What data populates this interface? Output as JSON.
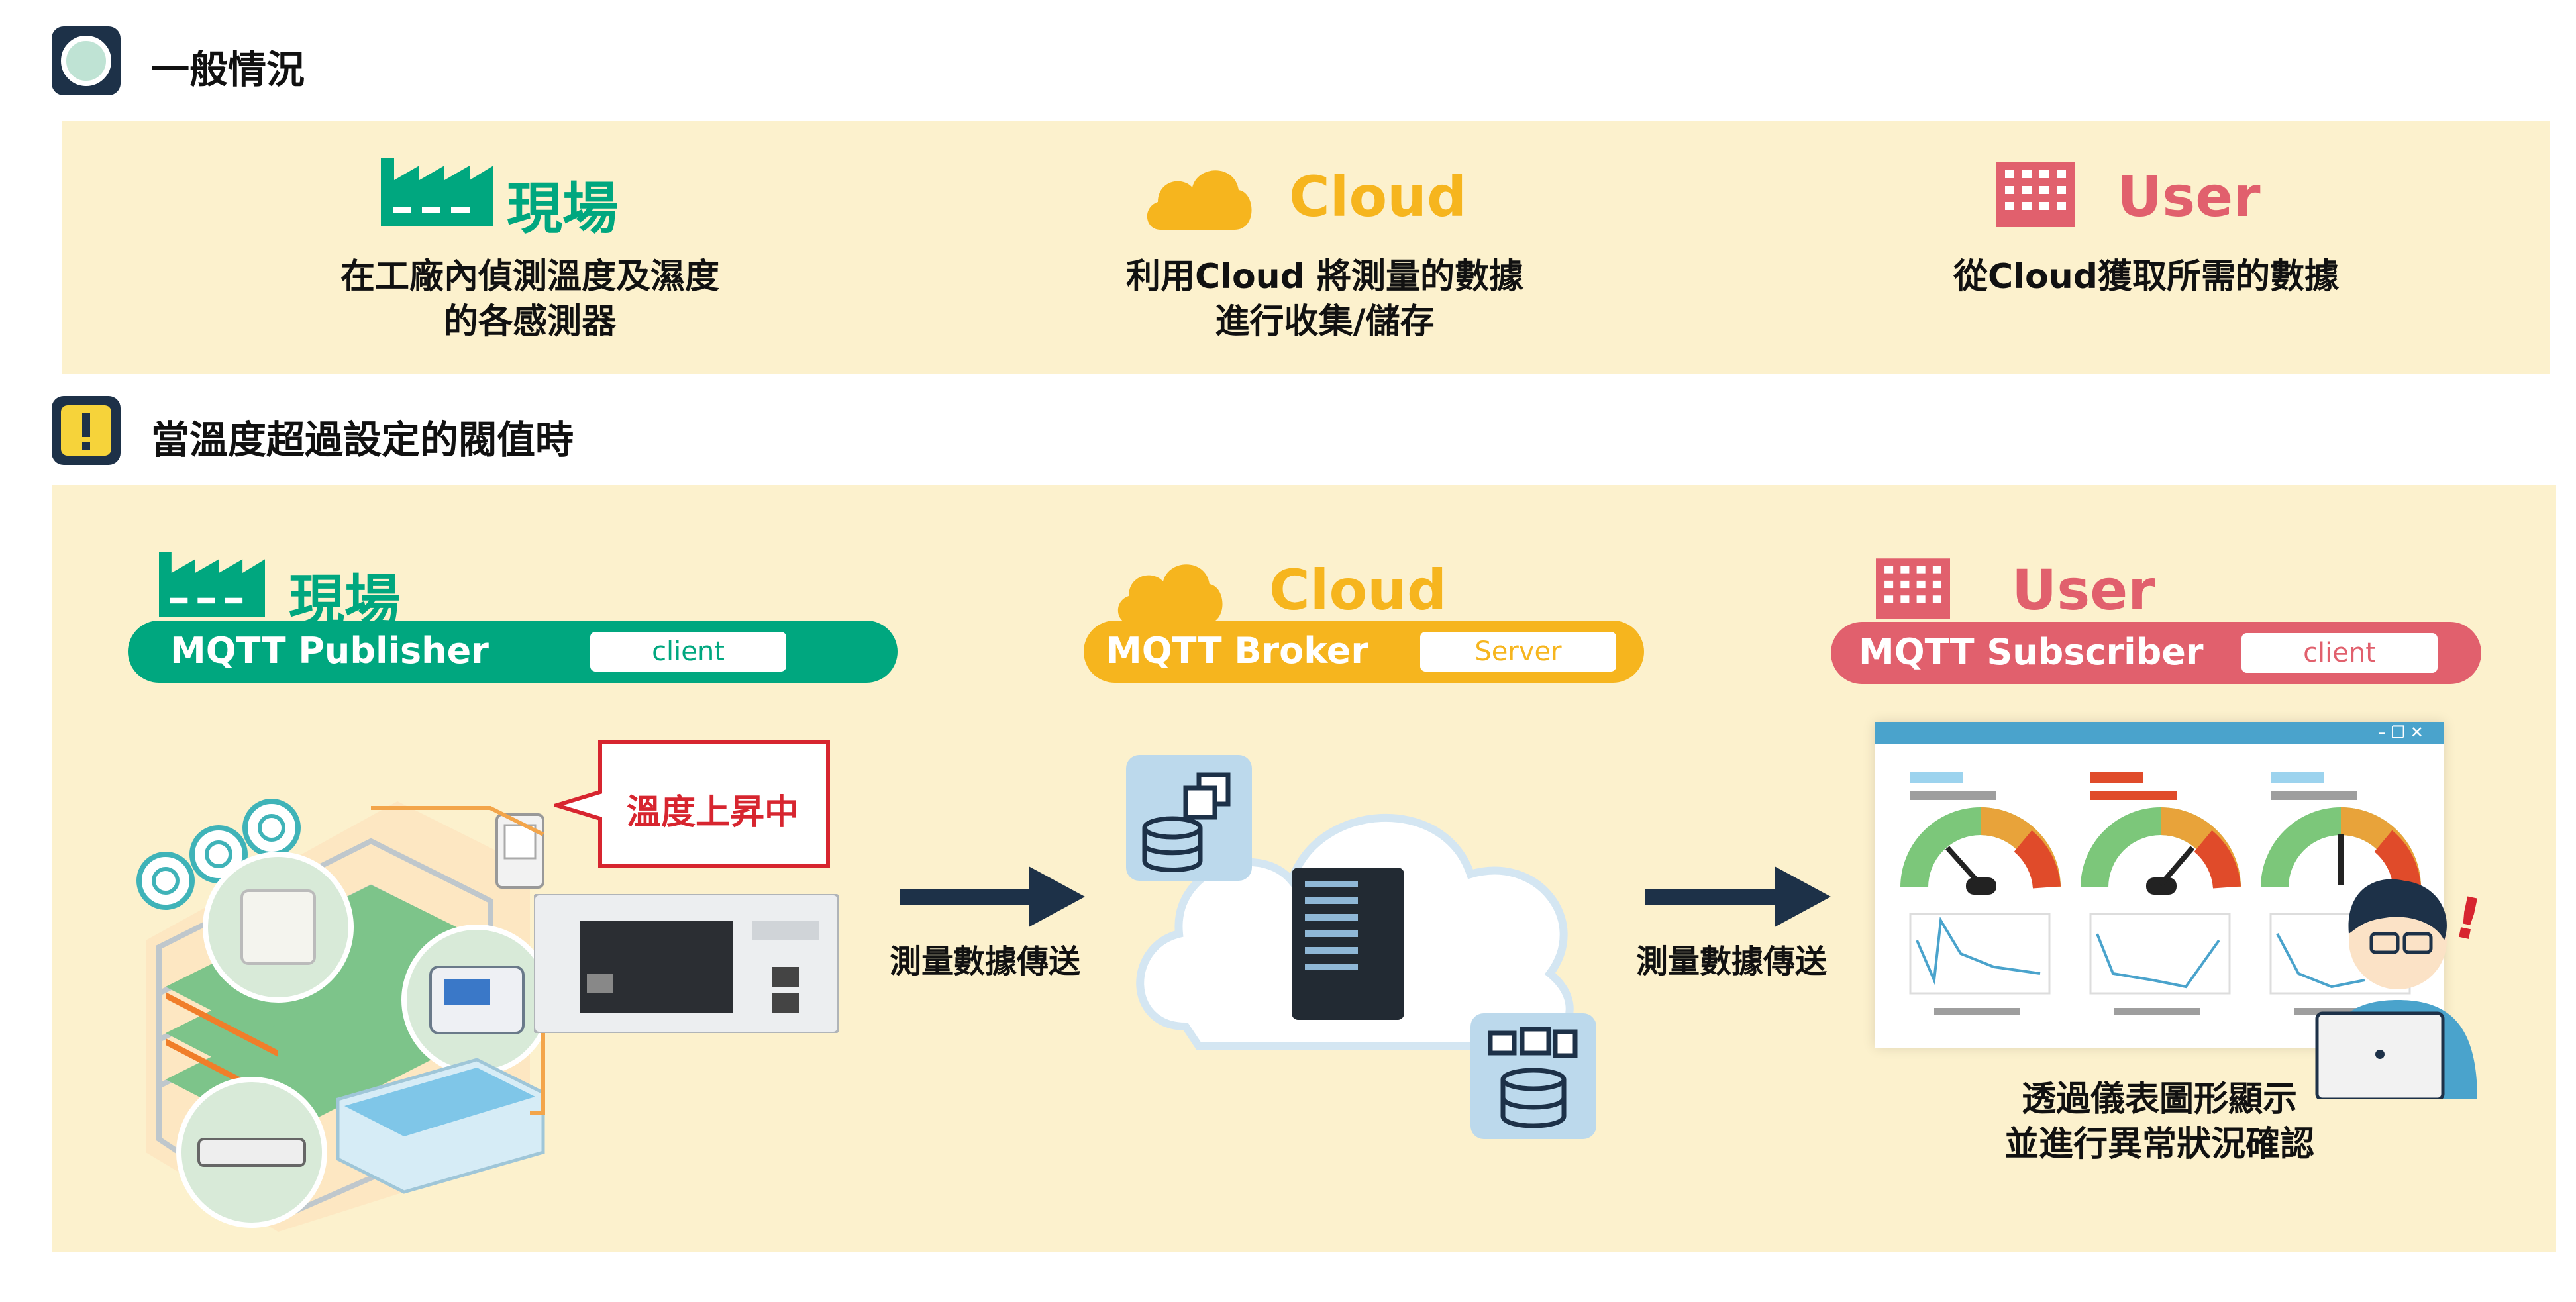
{
  "section1": {
    "title": "一般情況"
  },
  "overview": {
    "field": {
      "label": "現場",
      "desc_line1": "在工廠內偵測溫度及濕度",
      "desc_line2": "的各感測器"
    },
    "cloud": {
      "label": "Cloud",
      "desc_line1": "利用Cloud 將測量的數據",
      "desc_line2": "進行收集/儲存"
    },
    "user": {
      "label": "User",
      "desc_line1": "從Cloud獲取所需的數據"
    }
  },
  "section2": {
    "title": "當溫度超過設定的閥值時"
  },
  "flow": {
    "field": {
      "label": "現場",
      "role": "MQTT Publisher",
      "tag": "client"
    },
    "cloud": {
      "label": "Cloud",
      "role": "MQTT Broker",
      "tag": "Server"
    },
    "user": {
      "label": "User",
      "role": "MQTT Subscriber",
      "tag": "client"
    },
    "alert": "溫度上昇中",
    "arrow1_label": "測量數據傳送",
    "arrow2_label": "測量數據傳送",
    "caption_line1": "透過儀表圖形顯示",
    "caption_line2": "並進行異常狀況確認",
    "exclaim": "!"
  },
  "colors": {
    "green": "#00a77f",
    "yellow": "#f6b51e",
    "red": "#e1606d",
    "navy": "#1d3148",
    "panel": "#fcf1cd",
    "alert_red": "#d7252f"
  }
}
